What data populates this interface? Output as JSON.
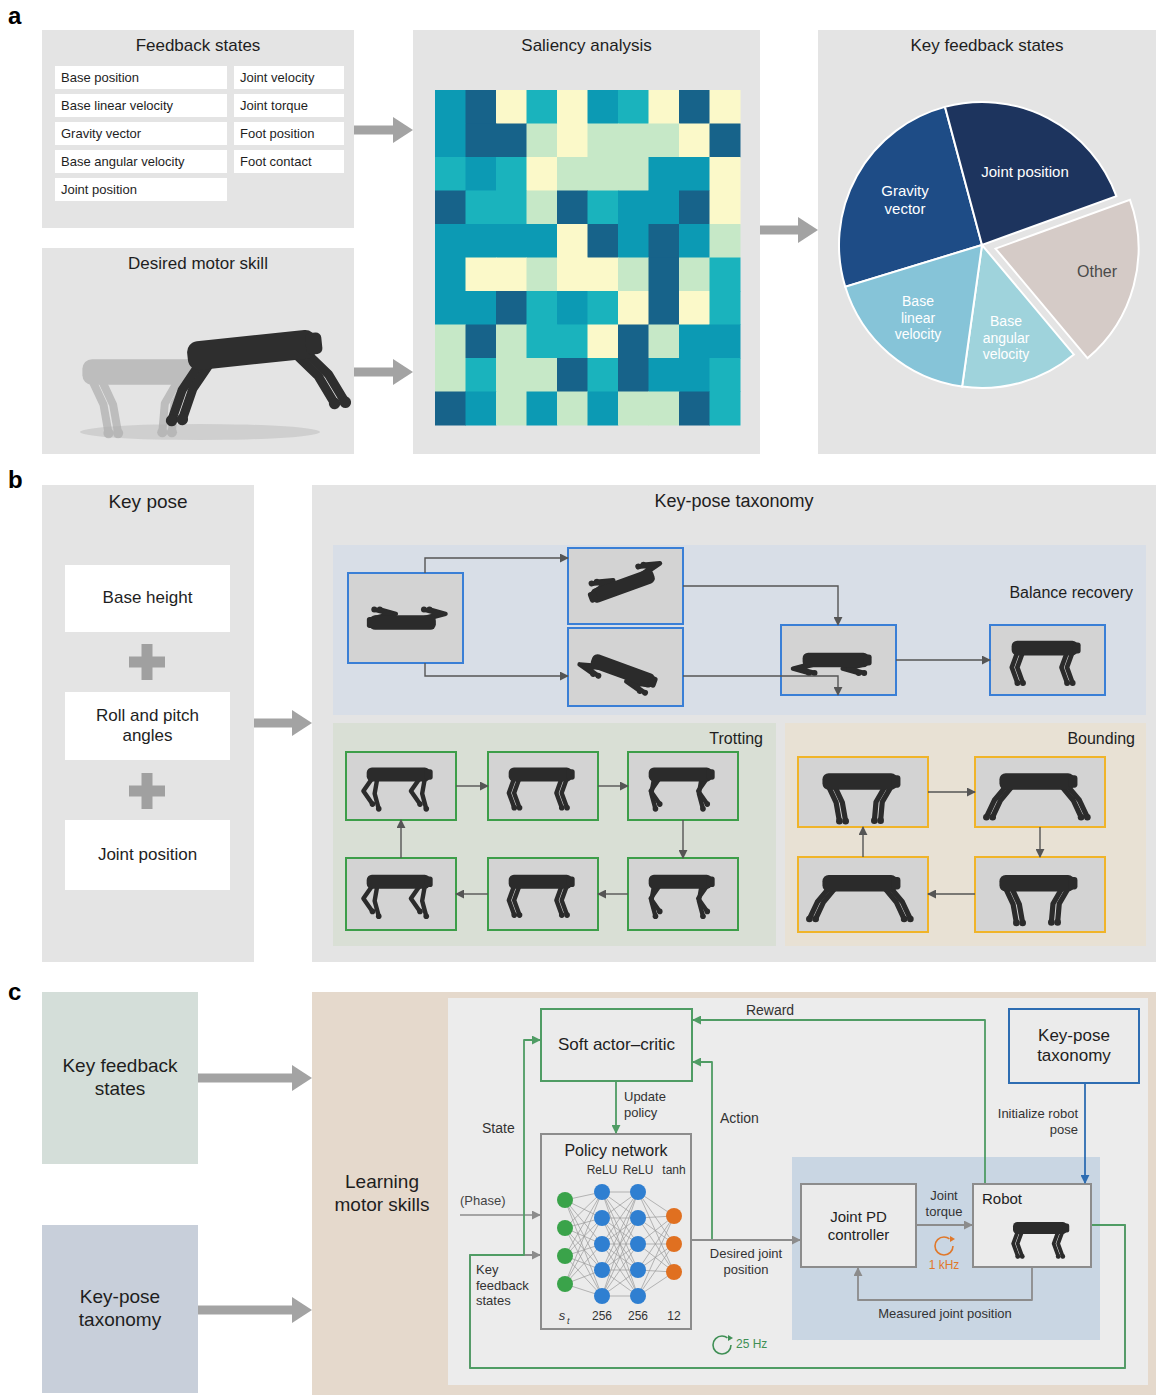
{
  "diagram": {
    "nodes": [
      {
        "text": [
          "Feedback states"
        ]
      },
      {
        "text": [
          "Base position"
        ],
        "in": 0
      },
      {
        "text": [
          "Joint velocity"
        ],
        "in": 0
      },
      {
        "text": [
          "Base linear velocity"
        ],
        "in": 0
      },
      {
        "text": [
          "Joint torque"
        ],
        "in": 0
      },
      {
        "text": [
          "Gravity vector"
        ],
        "in": 0
      },
      {
        "text": [
          "Foot position"
        ],
        "in": 0
      },
      {
        "text": [
          "Base angular velocity"
        ],
        "in": 0
      },
      {
        "text": [
          "Foot contact"
        ],
        "in": 0
      },
      {
        "text": [
          "Joint position"
        ],
        "in": 0
      },
      {
        "text": [
          "Desired motor skill"
        ]
      },
      {
        "text": [
          "Saliency analysis"
        ]
      },
      {
        "text": [
          "Key feedback states"
        ]
      },
      {
        "text": [
          "Key pose"
        ]
      },
      {
        "text": [
          "Base height"
        ],
        "in": 13
      },
      {
        "text": [
          "Roll and pitch angles"
        ],
        "in": 13
      },
      {
        "text": [
          "Joint position"
        ],
        "in": 13
      },
      {
        "text": [
          "Key-pose taxonomy"
        ]
      },
      {
        "text": [
          "Balance recovery"
        ],
        "in": 17
      },
      {
        "text": [
          "Trotting"
        ],
        "in": 17
      },
      {
        "text": [
          "Bounding"
        ],
        "in": 17
      },
      {
        "text": [
          "Key feedback states"
        ]
      },
      {
        "text": [
          "Key-pose taxonomy"
        ]
      },
      {
        "text": [
          "Learning motor skills"
        ]
      },
      {
        "text": [
          "Soft actor–critic"
        ],
        "in": 23
      },
      {
        "text": [
          "Key-pose taxonomy"
        ],
        "in": 23
      },
      {
        "text": [
          "Policy network"
        ],
        "in": 23
      },
      {
        "text": [
          "Joint PD controller"
        ],
        "in": 23
      },
      {
        "text": [
          "Robot"
        ],
        "in": 23
      }
    ],
    "edges": [
      {
        "from": 0,
        "to": 11,
        "arrow": "to"
      },
      {
        "from": 10,
        "to": 11,
        "arrow": "to"
      },
      {
        "from": 11,
        "to": 12,
        "arrow": "to"
      },
      {
        "from": 13,
        "to": 17,
        "arrow": "to"
      },
      {
        "from": 21,
        "to": 23,
        "arrow": "to"
      },
      {
        "from": 22,
        "to": 23,
        "arrow": "to"
      },
      {
        "from": 24,
        "to": 26,
        "label": "Update policy",
        "arrow": "to"
      },
      {
        "from": 28,
        "to": 24,
        "label": "Reward",
        "arrow": "to"
      },
      {
        "from": 26,
        "to": 24,
        "label": "Action",
        "arrow": "to"
      },
      {
        "from": 26,
        "to": 27,
        "label": "Desired joint position",
        "arrow": "to"
      },
      {
        "from": 27,
        "to": 28,
        "label": "Joint torque",
        "arrow": "to"
      },
      {
        "from": 28,
        "to": 27,
        "label": "Measured joint position",
        "arrow": "to"
      },
      {
        "from": 28,
        "to": 26,
        "label": "Key feedback states",
        "arrow": "to"
      },
      {
        "from": 28,
        "to": 24,
        "label": "State",
        "arrow": "to"
      },
      {
        "from": 25,
        "to": 28,
        "label": "Initialize robot pose",
        "arrow": "to"
      }
    ],
    "labels": [
      "a",
      "b",
      "c",
      "Gravity vector",
      "Joint position",
      "Base linear velocity",
      "Base angular velocity",
      "Other",
      "(Phase)",
      "ReLU",
      "ReLU",
      "tanh",
      "s",
      "t",
      "256",
      "256",
      "12",
      "1 kHz",
      "25 Hz"
    ]
  }
}
